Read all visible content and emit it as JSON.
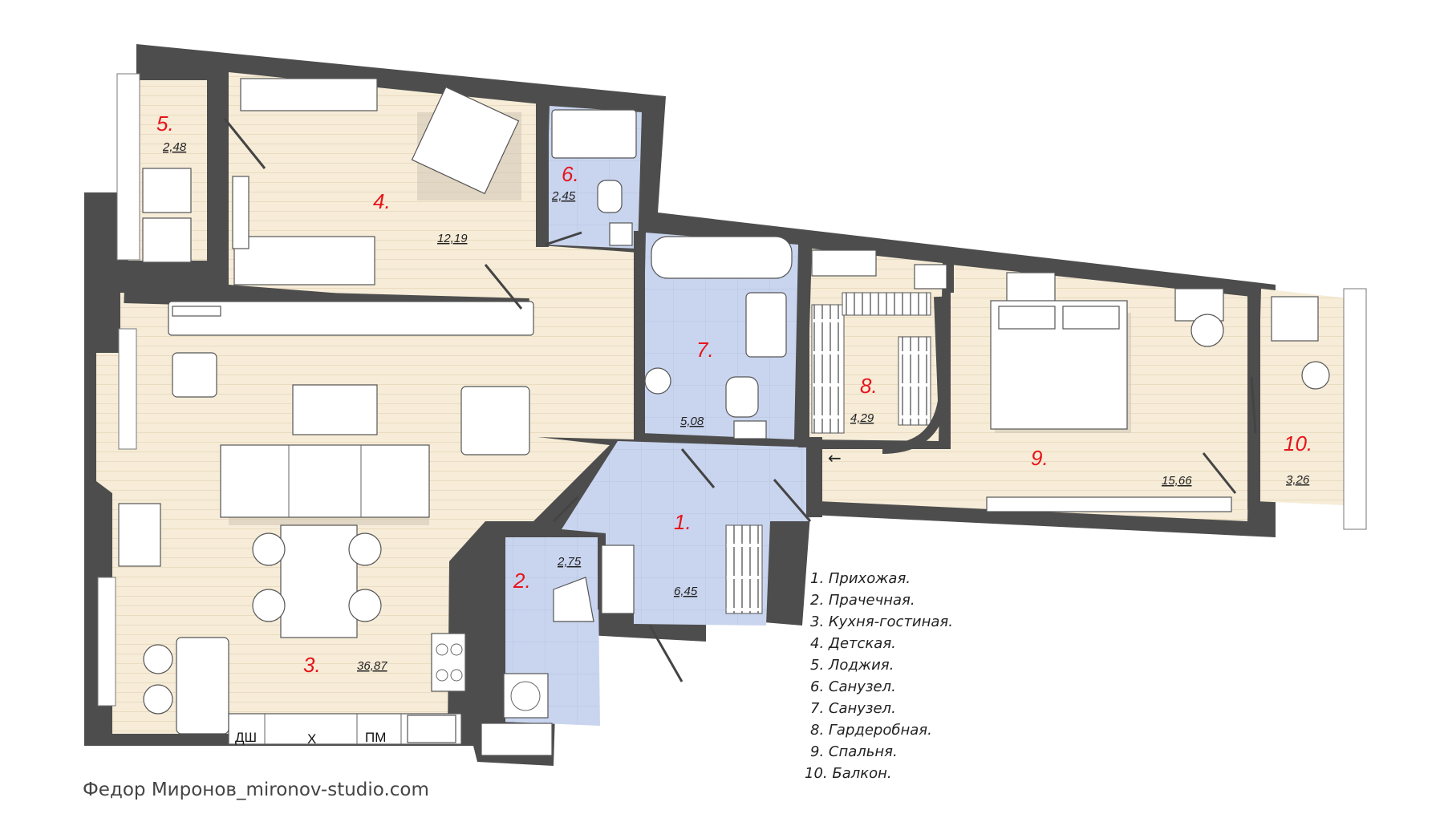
{
  "rooms": [
    {
      "num": "1.",
      "area": "6,45"
    },
    {
      "num": "2.",
      "area": "2,75"
    },
    {
      "num": "3.",
      "area": "36,87"
    },
    {
      "num": "4.",
      "area": "12,19"
    },
    {
      "num": "5.",
      "area": "2,48"
    },
    {
      "num": "6.",
      "area": "2,45"
    },
    {
      "num": "7.",
      "area": "5,08"
    },
    {
      "num": "8.",
      "area": "4,29"
    },
    {
      "num": "9.",
      "area": "15,66"
    },
    {
      "num": "10.",
      "area": "3,26"
    }
  ],
  "legend": [
    "1. Прихожая.",
    "2. Прачечная.",
    "3. Кухня-гостиная.",
    "4. Детская.",
    "5. Лоджия.",
    "6. Санузел.",
    "7. Санузел.",
    "8. Гардеробная.",
    "9. Спальня.",
    "10. Балкон."
  ],
  "appliances": {
    "dishwasher": "ДШ",
    "fridge": "Х",
    "washer": "ПМ"
  },
  "entry_arrow": "←",
  "credit": "Федор Миронов_mironov-studio.com",
  "colors": {
    "wall": "#4d4d4d",
    "floor_wood": "#f6ecd8",
    "floor_tile": "#c9d5ef",
    "room_number": "#e8141b"
  }
}
